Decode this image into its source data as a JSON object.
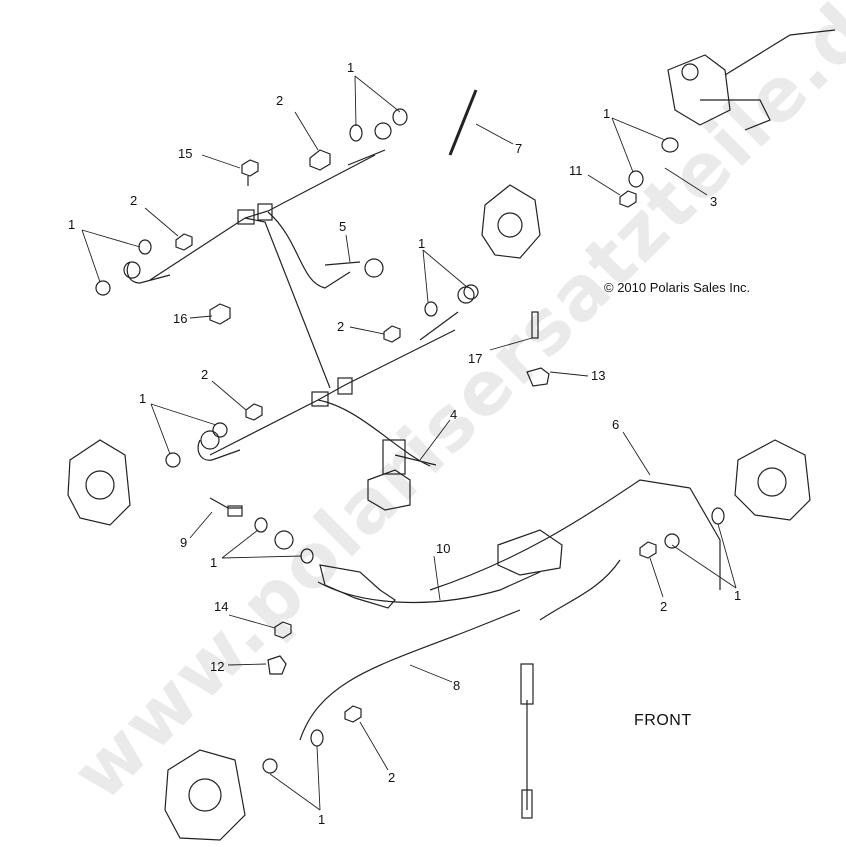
{
  "copyright": "© 2010 Polaris Sales Inc.",
  "front_label": "FRONT",
  "watermark": "www.polarisersatzteile.de",
  "callouts": [
    {
      "id": "c1a",
      "text": "1"
    },
    {
      "id": "c2a",
      "text": "2"
    },
    {
      "id": "c15",
      "text": "15"
    },
    {
      "id": "c7",
      "text": "7"
    },
    {
      "id": "c1b",
      "text": "1"
    },
    {
      "id": "c11",
      "text": "11"
    },
    {
      "id": "c3",
      "text": "3"
    },
    {
      "id": "c2b",
      "text": "2"
    },
    {
      "id": "c1c",
      "text": "1"
    },
    {
      "id": "c5",
      "text": "5"
    },
    {
      "id": "c1d",
      "text": "1"
    },
    {
      "id": "c16",
      "text": "16"
    },
    {
      "id": "c2c",
      "text": "2"
    },
    {
      "id": "c17",
      "text": "17"
    },
    {
      "id": "c13",
      "text": "13"
    },
    {
      "id": "c2d",
      "text": "2"
    },
    {
      "id": "c1e",
      "text": "1"
    },
    {
      "id": "c4",
      "text": "4"
    },
    {
      "id": "c6",
      "text": "6"
    },
    {
      "id": "c9",
      "text": "9"
    },
    {
      "id": "c1f",
      "text": "1"
    },
    {
      "id": "c10",
      "text": "10"
    },
    {
      "id": "c2e",
      "text": "2"
    },
    {
      "id": "c1g",
      "text": "1"
    },
    {
      "id": "c14",
      "text": "14"
    },
    {
      "id": "c12",
      "text": "12"
    },
    {
      "id": "c8",
      "text": "8"
    },
    {
      "id": "c2f",
      "text": "2"
    },
    {
      "id": "c1h",
      "text": "1"
    }
  ]
}
